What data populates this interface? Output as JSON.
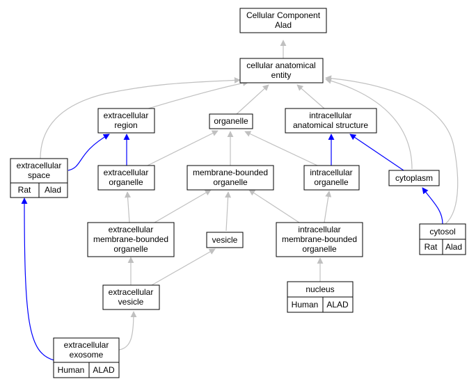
{
  "colors": {
    "gray_edge": "#c0c0c0",
    "blue_edge": "#0000ff",
    "rat_cell": "#ffd700",
    "human_cell": "#f4664a"
  },
  "nodes": {
    "root": {
      "line1": "Cellular Component",
      "line2": "Alad"
    },
    "cae": {
      "line1": "cellular anatomical",
      "line2": "entity"
    },
    "ext_region": {
      "line1": "extracellular",
      "line2": "region"
    },
    "organelle": {
      "line1": "organelle"
    },
    "ias": {
      "line1": "intracellular",
      "line2": "anatomical structure"
    },
    "ext_space": {
      "line1": "extracellular",
      "line2": "space",
      "cell_species": "Rat",
      "cell_gene": "Alad"
    },
    "ext_organelle": {
      "line1": "extracellular",
      "line2": "organelle"
    },
    "mbo": {
      "line1": "membrane-bounded",
      "line2": "organelle"
    },
    "ic_organelle": {
      "line1": "intracellular",
      "line2": "organelle"
    },
    "cytoplasm": {
      "line1": "cytoplasm"
    },
    "emb": {
      "line1": "extracellular",
      "line2": "membrane-bounded",
      "line3": "organelle"
    },
    "vesicle": {
      "line1": "vesicle"
    },
    "imb": {
      "line1": "intracellular",
      "line2": "membrane-bounded",
      "line3": "organelle"
    },
    "cytosol": {
      "line1": "cytosol",
      "cell_species": "Rat",
      "cell_gene": "Alad"
    },
    "ext_vesicle": {
      "line1": "extracellular",
      "line2": "vesicle"
    },
    "nucleus": {
      "line1": "nucleus",
      "cell_species": "Human",
      "cell_gene": "ALAD"
    },
    "exosome": {
      "line1": "extracellular",
      "line2": "exosome",
      "cell_species": "Human",
      "cell_gene": "ALAD"
    }
  }
}
